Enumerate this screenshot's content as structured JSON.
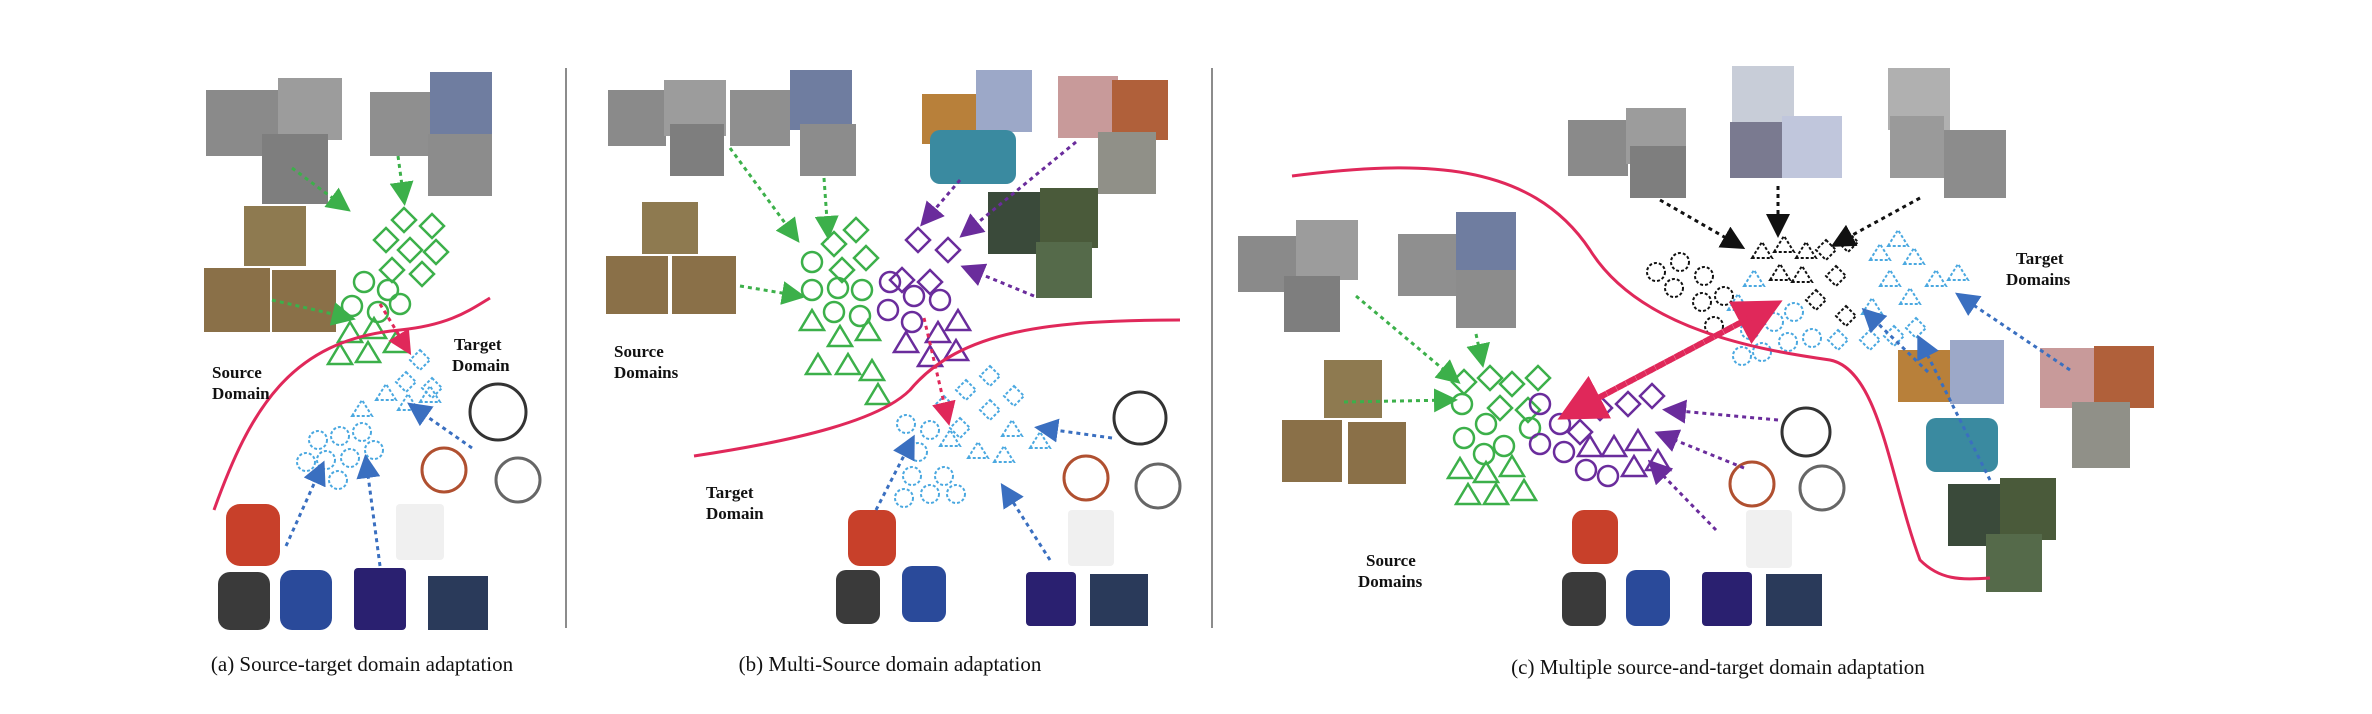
{
  "panels": [
    {
      "caption": "(a) Source-target domain adaptation",
      "labels": [
        {
          "key": "source",
          "lines": [
            "Source",
            "Domain"
          ]
        },
        {
          "key": "target",
          "lines": [
            "Target",
            "Domain"
          ]
        }
      ]
    },
    {
      "caption": "(b) Multi-Source domain adaptation",
      "labels": [
        {
          "key": "source",
          "lines": [
            "Source",
            "Domains"
          ]
        },
        {
          "key": "target",
          "lines": [
            "Target",
            "Domain"
          ]
        }
      ]
    },
    {
      "caption": "(c) Multiple source-and-target domain adaptation",
      "labels": [
        {
          "key": "target",
          "lines": [
            "Target",
            "Domains"
          ]
        },
        {
          "key": "source",
          "lines": [
            "Source",
            "Domains"
          ]
        }
      ]
    }
  ],
  "colors": {
    "source_green": "#3cb04a",
    "source_purple": "#6a2c9c",
    "target_blue": "#4aa8e0",
    "target_black": "#111111",
    "boundary": "#e0285a",
    "divider": "#666666"
  },
  "icons": [
    "backpack-photo",
    "bicycle-photo",
    "mug-photo"
  ]
}
